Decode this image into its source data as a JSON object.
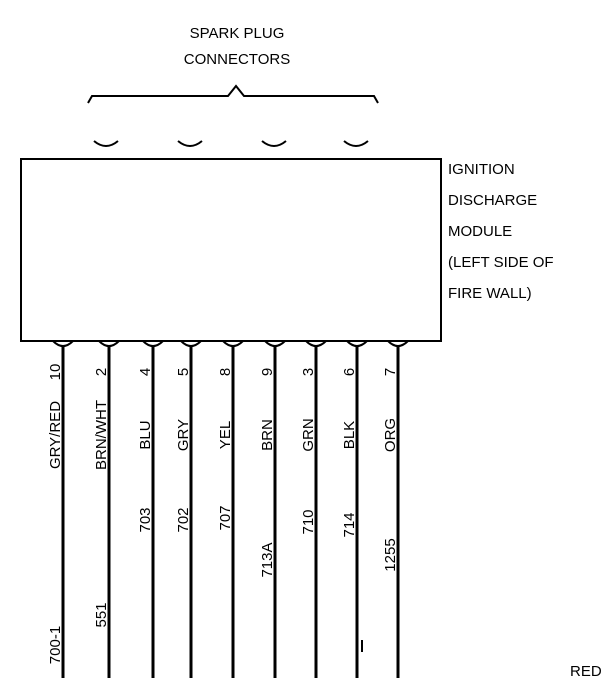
{
  "header": {
    "line1": "SPARK PLUG",
    "line2": "CONNECTORS"
  },
  "module": {
    "lines": [
      "IGNITION",
      "DISCHARGE",
      "MODULE",
      "(LEFT SIDE OF",
      "FIRE WALL)"
    ]
  },
  "wires": [
    {
      "pin": "10",
      "color": "GRY/RED",
      "circuit": "700-1"
    },
    {
      "pin": "2",
      "color": "BRN/WHT",
      "circuit": "551"
    },
    {
      "pin": "4",
      "color": "BLU",
      "circuit": "703"
    },
    {
      "pin": "5",
      "color": "GRY",
      "circuit": "702"
    },
    {
      "pin": "8",
      "color": "YEL",
      "circuit": "707"
    },
    {
      "pin": "9",
      "color": "BRN",
      "circuit": "713A"
    },
    {
      "pin": "3",
      "color": "GRN",
      "circuit": "710"
    },
    {
      "pin": "6",
      "color": "BLK",
      "circuit": "714"
    },
    {
      "pin": "7",
      "color": "ORG",
      "circuit": "1255"
    }
  ],
  "corner_label": "RED"
}
